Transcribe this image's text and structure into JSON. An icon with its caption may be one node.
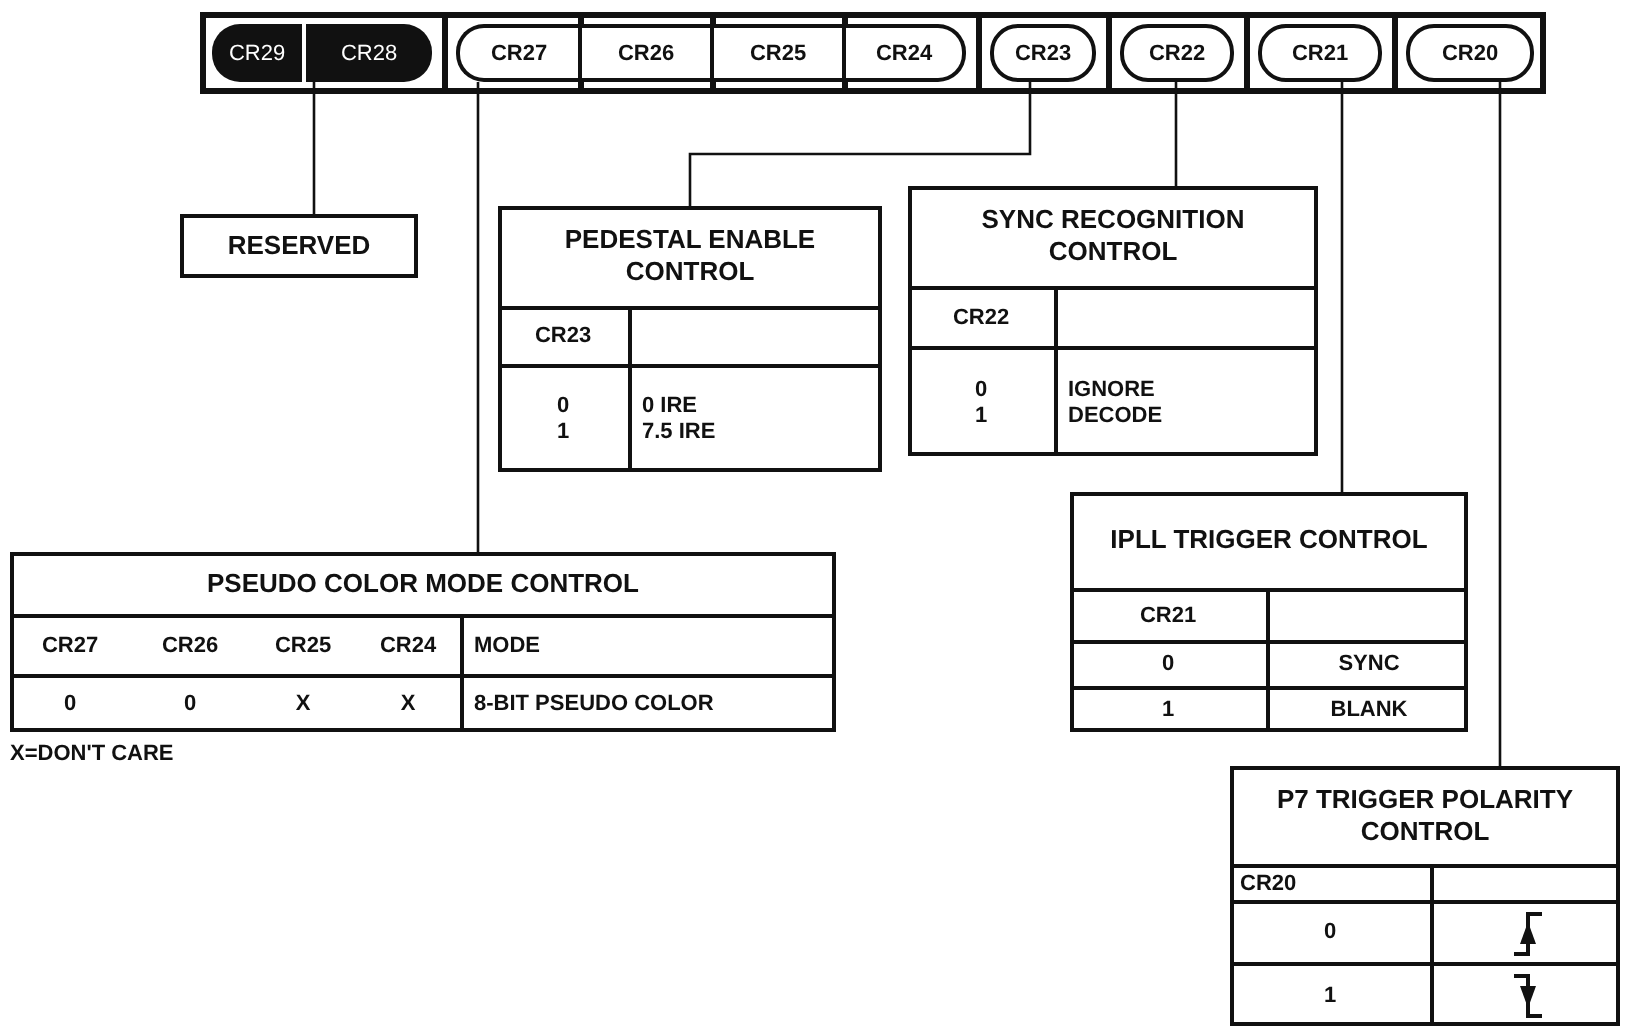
{
  "diagram": {
    "nodes": [
      {
        "text": [
          "CR29"
        ]
      },
      {
        "text": [
          "CR28"
        ]
      },
      {
        "text": [
          "CR27"
        ]
      },
      {
        "text": [
          "CR26"
        ]
      },
      {
        "text": [
          "CR25"
        ]
      },
      {
        "text": [
          "CR24"
        ]
      },
      {
        "text": [
          "CR23"
        ]
      },
      {
        "text": [
          "CR22"
        ]
      },
      {
        "text": [
          "CR21"
        ]
      },
      {
        "text": [
          "CR20"
        ]
      },
      {
        "text": [
          "RESERVED"
        ]
      },
      {
        "text": [
          "PEDESTAL ENABLE CONTROL",
          "CR23",
          "0",
          "1",
          "0 IRE",
          "7.5 IRE"
        ]
      },
      {
        "text": [
          "SYNC RECOGNITION CONTROL",
          "CR22",
          "0",
          "1",
          "IGNORE",
          "DECODE"
        ]
      },
      {
        "text": [
          "IPLL TRIGGER CONTROL",
          "CR21",
          "0",
          "SYNC",
          "1",
          "BLANK"
        ]
      },
      {
        "text": [
          "PSEUDO COLOR MODE CONTROL",
          "CR27",
          "CR26",
          "CR25",
          "CR24",
          "MODE",
          "0",
          "0",
          "X",
          "X",
          "8-BIT PSEUDO COLOR"
        ]
      },
      {
        "text": [
          "P7 TRIGGER POLARITY CONTROL",
          "CR20",
          "0",
          "1"
        ]
      }
    ],
    "edges": [
      {
        "from": 1,
        "to": 10,
        "arrow": "none"
      },
      {
        "from": 2,
        "to": 14,
        "arrow": "none"
      },
      {
        "from": 6,
        "to": 11,
        "arrow": "none"
      },
      {
        "from": 7,
        "to": 12,
        "arrow": "none"
      },
      {
        "from": 8,
        "to": 13,
        "arrow": "none"
      },
      {
        "from": 9,
        "to": 15,
        "arrow": "none"
      }
    ],
    "labels": [
      "X=DON'T CARE"
    ]
  }
}
